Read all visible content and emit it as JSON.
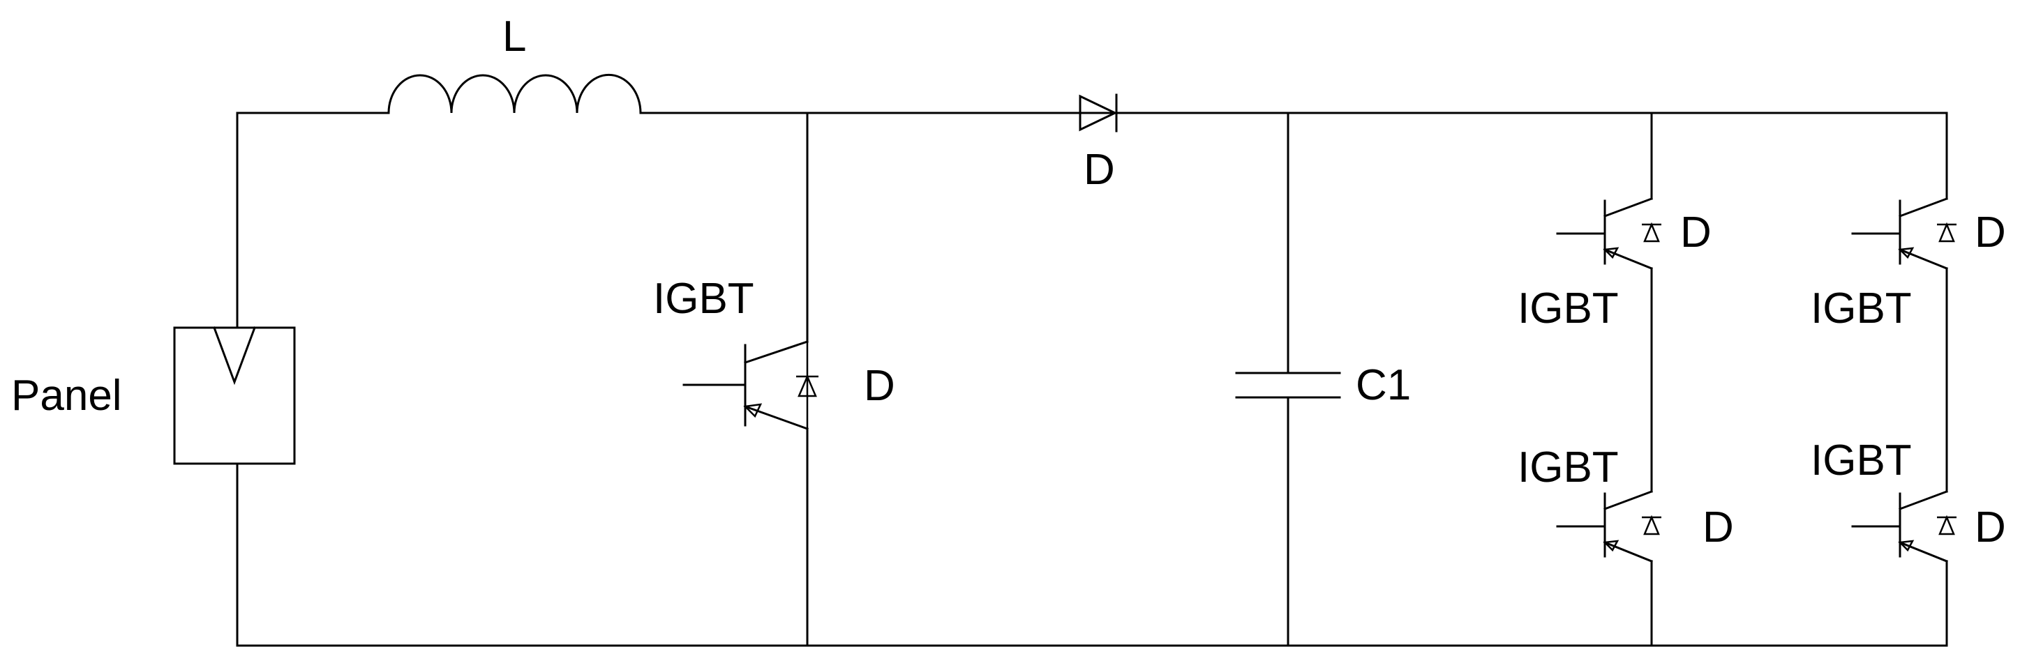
{
  "diagram": {
    "panel_label": "Panel",
    "inductor_label": "L",
    "boost_diode_label": "D",
    "boost_switch_label": "IGBT",
    "boost_switch_diode_label": "D",
    "capacitor_label": "C1",
    "inverter": {
      "top_left": {
        "switch_label": "IGBT",
        "diode_label": "D"
      },
      "top_right": {
        "switch_label": "IGBT",
        "diode_label": "D"
      },
      "bottom_left": {
        "switch_label": "IGBT",
        "diode_label": "D"
      },
      "bottom_right": {
        "switch_label": "IGBT",
        "diode_label": "D"
      }
    }
  }
}
